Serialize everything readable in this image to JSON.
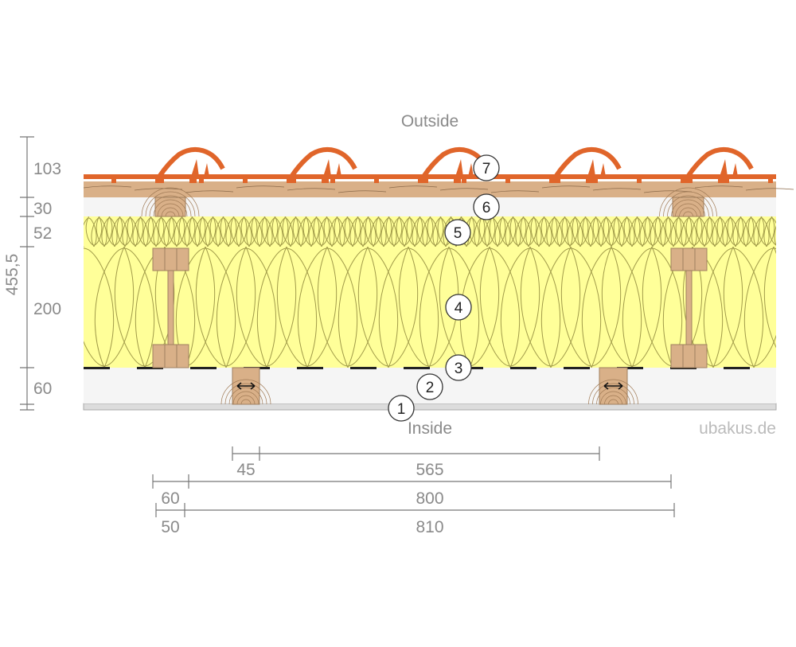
{
  "labels": {
    "outside": "Outside",
    "inside": "Inside",
    "watermark": "ubakus.de"
  },
  "left_dimensions": {
    "total": "455,5",
    "layers": [
      "103",
      "30",
      "52",
      "200",
      "60"
    ]
  },
  "bottom_dimensions": [
    {
      "a": "45",
      "b": "565"
    },
    {
      "a": "60",
      "b": "800"
    },
    {
      "a": "50",
      "b": "810"
    }
  ],
  "layer_markers": [
    "1",
    "2",
    "3",
    "4",
    "5",
    "6",
    "7"
  ],
  "colors": {
    "tile": "#e0652a",
    "wood": "#d9b088",
    "insulation": "#ffff99",
    "air": "#f5f5f5",
    "text": "#8a8a8a"
  }
}
